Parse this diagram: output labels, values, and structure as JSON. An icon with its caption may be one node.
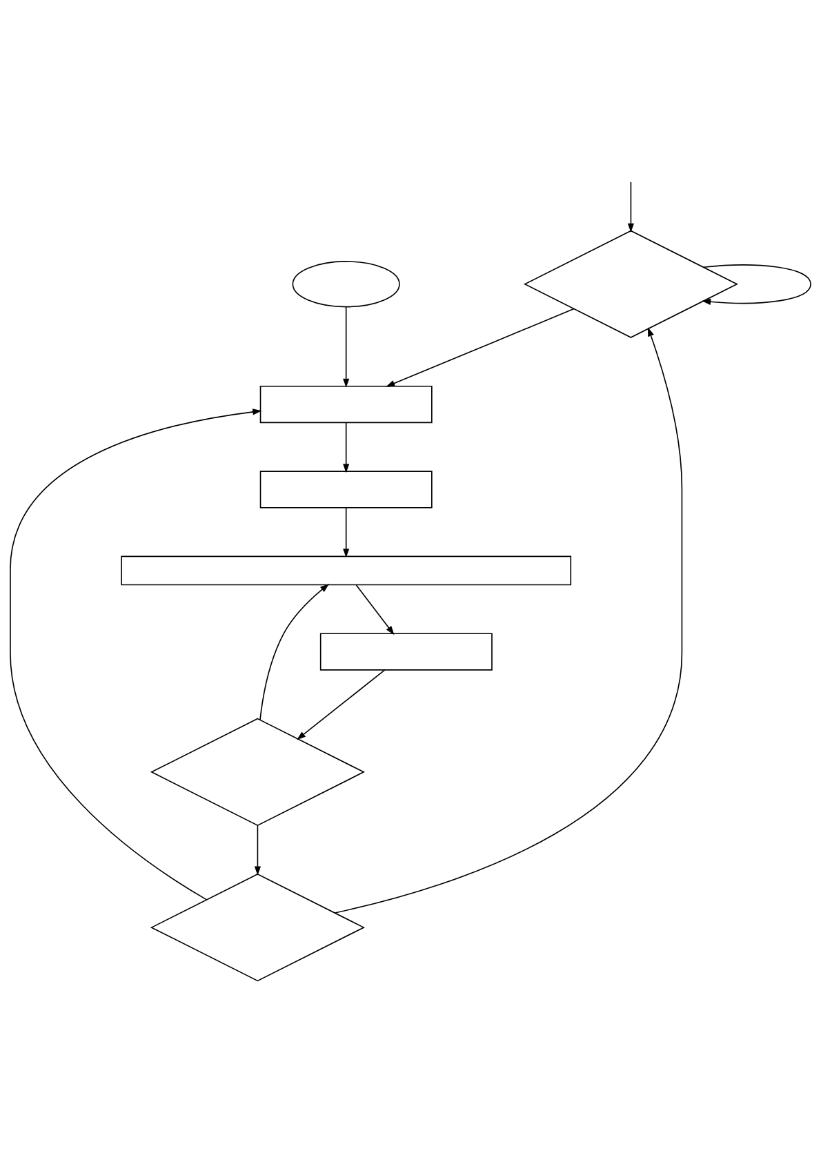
{
  "diagram": {
    "nodes": [
      {
        "text": [],
        "shape": "diamond"
      },
      {
        "text": [],
        "shape": "diamond"
      },
      {
        "text": [],
        "shape": "ellipse"
      },
      {
        "text": [],
        "shape": "box"
      },
      {
        "text": [],
        "shape": "box"
      },
      {
        "text": [],
        "shape": "diamond"
      },
      {
        "text": [],
        "shape": "box"
      },
      {
        "text": [],
        "shape": "bar"
      }
    ],
    "edges": [
      {
        "from": null,
        "to": 0,
        "arrow": "to"
      },
      {
        "from": 0,
        "to": 0,
        "arrow": "to"
      },
      {
        "from": 1,
        "to": 0,
        "arrow": "to"
      },
      {
        "from": 0,
        "to": 3,
        "arrow": "to"
      },
      {
        "from": 1,
        "to": 3,
        "arrow": "to"
      },
      {
        "from": 2,
        "to": 3,
        "arrow": "to"
      },
      {
        "from": 3,
        "to": 4,
        "arrow": "to"
      },
      {
        "from": 4,
        "to": 7,
        "arrow": "to"
      },
      {
        "from": 5,
        "to": 7,
        "arrow": "to"
      },
      {
        "from": 7,
        "to": 6,
        "arrow": "to"
      },
      {
        "from": 6,
        "to": 5,
        "arrow": "to"
      },
      {
        "from": 5,
        "to": 1,
        "arrow": "to"
      }
    ]
  }
}
